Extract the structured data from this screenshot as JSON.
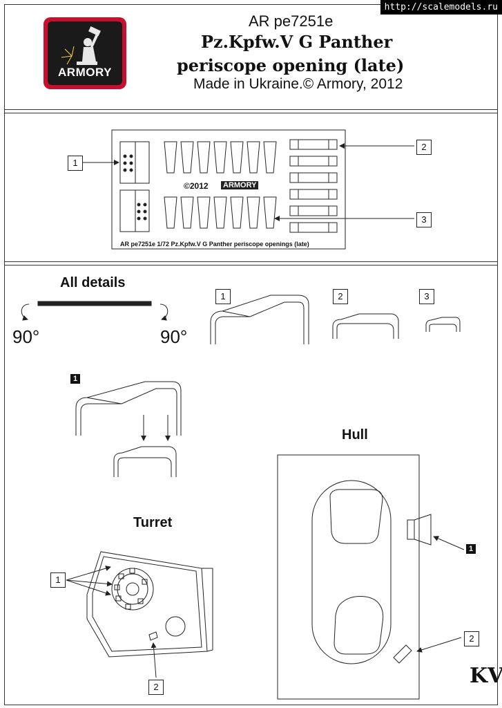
{
  "watermark": "http://scalemodels.ru",
  "logo": {
    "brand": "ARMORY"
  },
  "header": {
    "code": "AR pe7251e",
    "title_line1": "Pz.Kpfw.V G Panther",
    "title_line2": "periscope opening  (late)",
    "made_in": "Made in Ukraine.© Armory, 2012"
  },
  "fret": {
    "copyright": "©2012",
    "brand": "ARMORY",
    "caption": "AR pe7251e 1/72 Pz.Kpfw.V G Panther periscope openings (late)",
    "callouts": [
      "1",
      "2",
      "3"
    ]
  },
  "steps": {
    "all_details": "All details",
    "angle_left": "90°",
    "angle_right": "90°",
    "part_labels": [
      "1",
      "2",
      "3"
    ],
    "sub_label": "1"
  },
  "hull": {
    "title": "Hull",
    "callouts": [
      "1",
      "2"
    ]
  },
  "turret": {
    "title": "Turret",
    "callouts": [
      "1",
      "2"
    ]
  },
  "signature": "KV"
}
